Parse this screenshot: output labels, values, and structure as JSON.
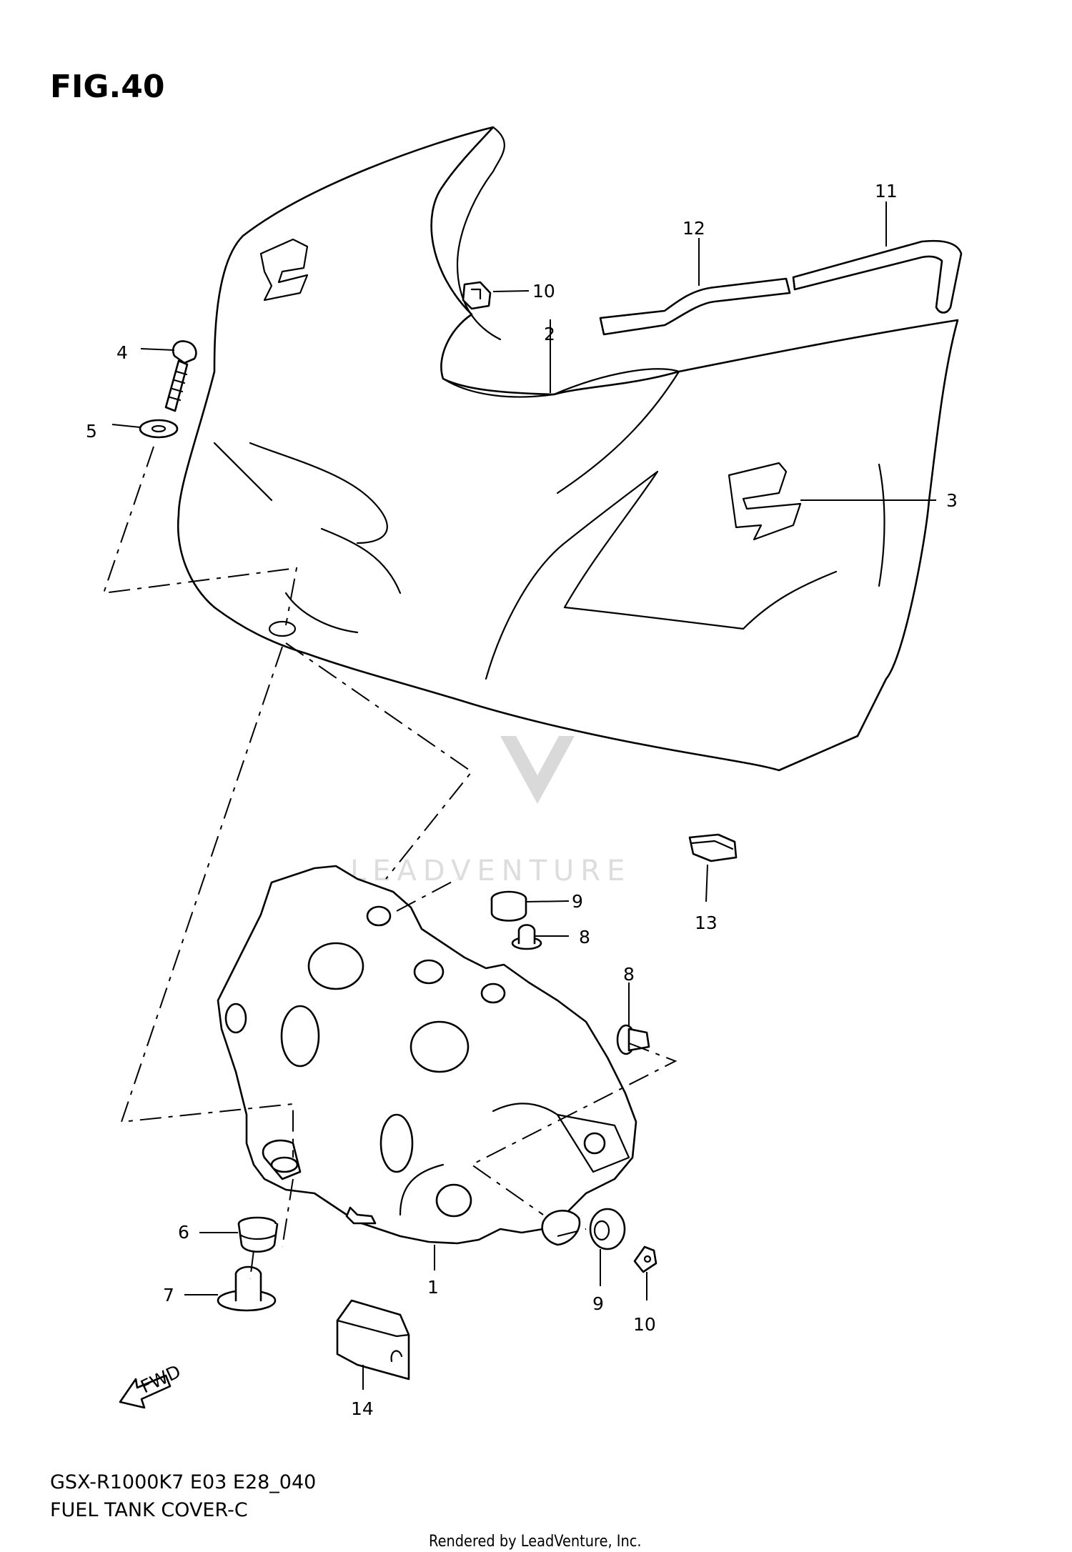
{
  "figure_title": "FIG.40",
  "model_code": "GSX-R1000K7 E03 E28_040",
  "diagram_name": "FUEL TANK COVER-C",
  "watermark_text": "LEADVENTURE",
  "footer_text": "Rendered by LeadVenture, Inc.",
  "fwd_label": "FWD",
  "callouts": [
    "1",
    "2",
    "3",
    "4",
    "5",
    "6",
    "7",
    "8",
    "8",
    "9",
    "9",
    "10",
    "10",
    "11",
    "12",
    "13",
    "14"
  ]
}
